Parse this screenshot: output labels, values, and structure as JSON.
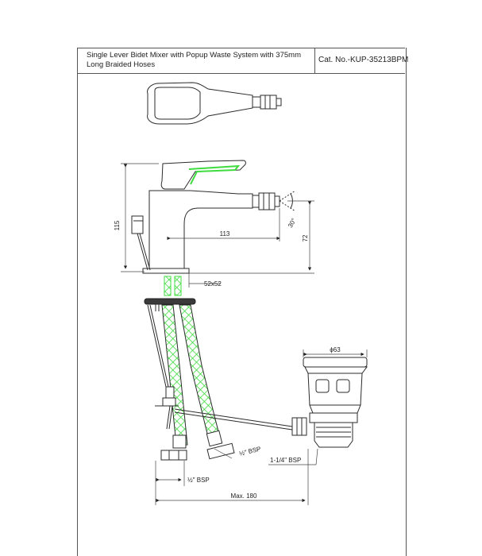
{
  "title_block": {
    "description": "Single Lever Bidet Mixer with Popup Waste System with 375mm Long Braided Hoses",
    "catalog_no": "Cat. No.-KUP-35213BPM"
  },
  "dimensions": {
    "height": "115",
    "reach": "113",
    "spout_height": "72",
    "spray_angle": "30°",
    "base": "52x52",
    "waste_diameter": "ϕ63",
    "hose_thread_a": "½\" BSP",
    "waste_thread": "1-1/4\" BSP",
    "hose_thread_b": "½\" BSP",
    "max_width": "Max. 180"
  },
  "colors": {
    "line": "#2b2b2b",
    "hose_green": "#3fdc3f",
    "hose_dark": "#3a3a3a"
  }
}
